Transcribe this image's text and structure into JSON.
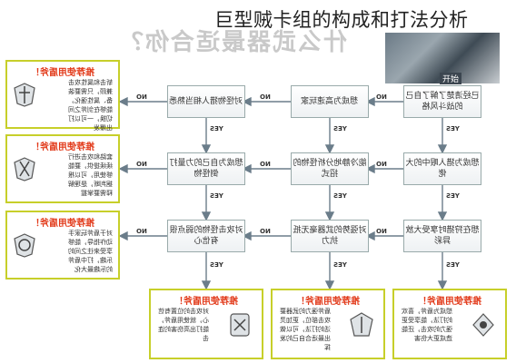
{
  "page": {
    "title": "巨型贼卡组的构成和打法分析"
  },
  "banner": {
    "text": "什么武器最适合你？"
  },
  "hero": {
    "tag": "开始"
  },
  "labels": {
    "yes": "YES",
    "no": "NO"
  },
  "flow": {
    "row1": [
      "已经清楚了解了自己的战斗风格",
      "想成为高速玩家",
      "对怪物猎人相当熟悉"
    ],
    "row2": [
      "想成为猎人眼中的大佬",
      "能冷静地分析怪物的招式",
      "想成为自己的力量打倒怪物"
    ],
    "row3": [
      "想在狩猎时享受大放异彩",
      "对强势的武器毫无抵抗力",
      "对攻击怪物的弱点很有信心"
    ]
  },
  "side_cards": [
    {
      "header": "推荐使用盾斧！",
      "text": "斩击和属性攻击兼顾，只需要装备、属性强化，能够在剑斧之间切换，一可以打出爆发"
    },
    {
      "header": "推荐使用盾斧！",
      "text": "套路和攻击进行续续提供，要能够使用，可以根据判断，是理解释需要掌握"
    },
    {
      "header": "推荐使用盾斧！",
      "text": "对于盾斧玩家手动作指导，能够享受来往之间的乐趣，打中盾斧的乐趣最大化"
    }
  ],
  "bottom_cards": [
    {
      "header": "推荐使用盾斧！",
      "text": "对攻击的位置有信心，就使用盾斧，能打出高伤害的连击"
    },
    {
      "header": "推荐使用盾斧！",
      "text": "盾斧强力的武器要攻击部位，更加灵活的打法，可以做出最适合自己的发挥"
    },
    {
      "header": "推荐使用盾斧！",
      "text": "想成为盾斧，喜欢的打法，能享受更强力的攻击，还能造成更大伤害"
    }
  ]
}
